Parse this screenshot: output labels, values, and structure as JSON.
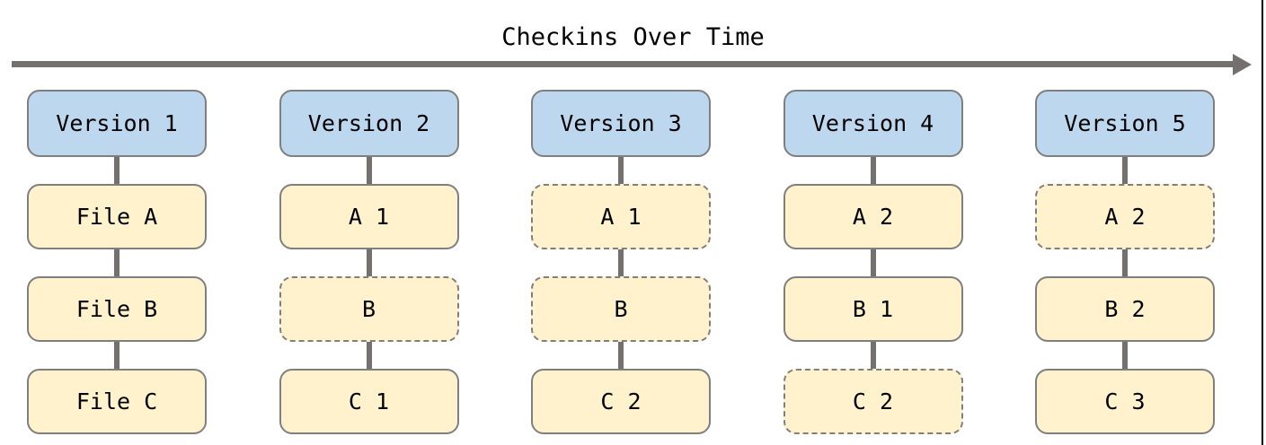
{
  "title": "Checkins Over Time",
  "colors": {
    "version_box_fill": "#BDD7EE",
    "file_box_fill": "#FFF2CC",
    "box_border": "#7F7F7F",
    "arrow_and_connector": "#757070",
    "text": "#000000",
    "right_edge_line": "#000000"
  },
  "columns": [
    {
      "version": "Version 1",
      "files": [
        {
          "label": "File A",
          "border": "solid"
        },
        {
          "label": "File B",
          "border": "solid"
        },
        {
          "label": "File C",
          "border": "solid"
        }
      ]
    },
    {
      "version": "Version 2",
      "files": [
        {
          "label": "A 1",
          "border": "solid"
        },
        {
          "label": "B",
          "border": "dash-dot"
        },
        {
          "label": "C 1",
          "border": "solid"
        }
      ]
    },
    {
      "version": "Version 3",
      "files": [
        {
          "label": "A 1",
          "border": "dash-dot"
        },
        {
          "label": "B",
          "border": "dash-dot"
        },
        {
          "label": "C 2",
          "border": "solid"
        }
      ]
    },
    {
      "version": "Version 4",
      "files": [
        {
          "label": "A 2",
          "border": "solid"
        },
        {
          "label": "B 1",
          "border": "solid"
        },
        {
          "label": "C 2",
          "border": "dash-dot"
        }
      ]
    },
    {
      "version": "Version 5",
      "files": [
        {
          "label": "A 2",
          "border": "dash-dot"
        },
        {
          "label": "B 2",
          "border": "solid"
        },
        {
          "label": "C 3",
          "border": "solid"
        }
      ]
    }
  ]
}
